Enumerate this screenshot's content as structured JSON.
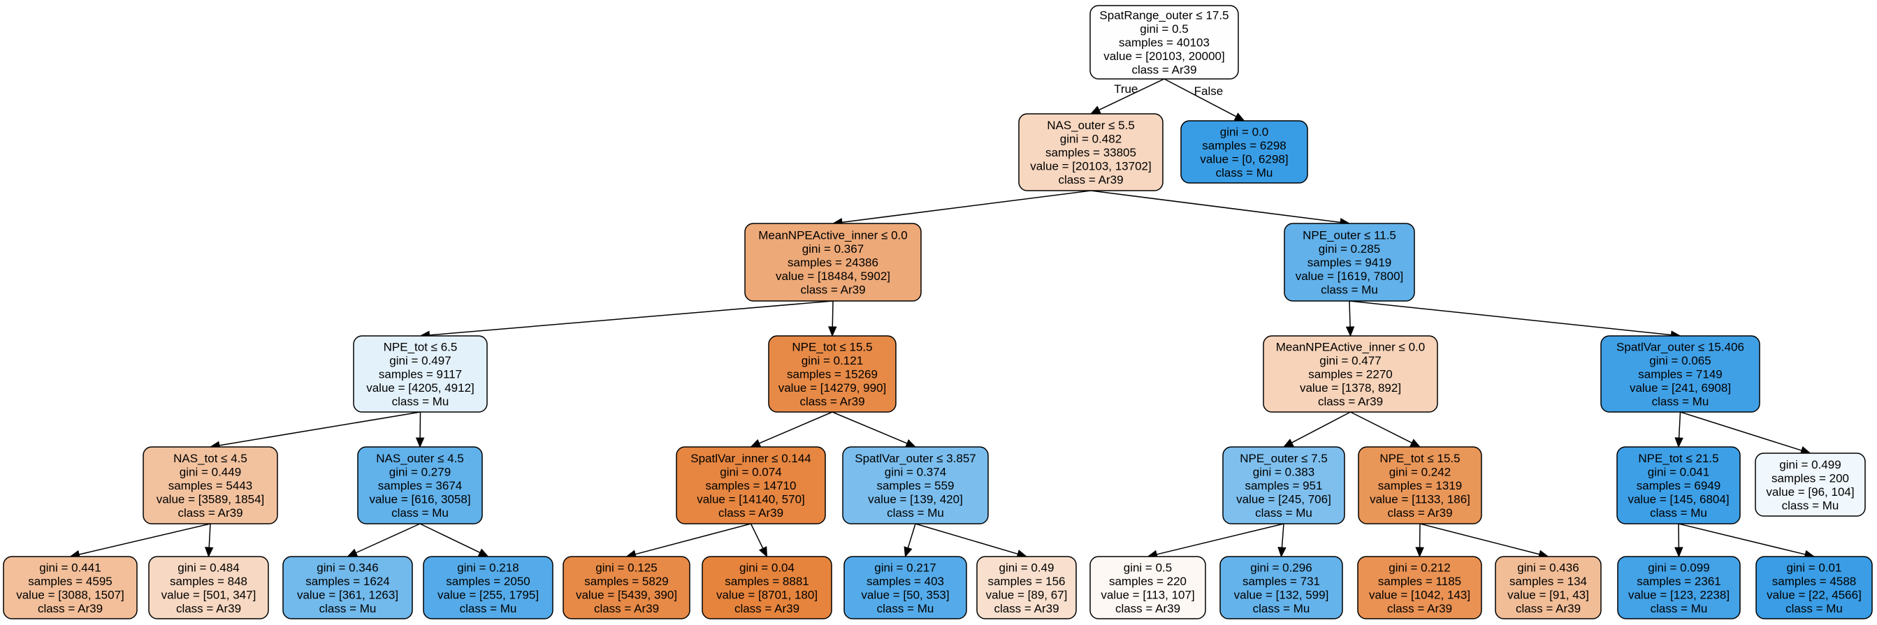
{
  "tree": {
    "nodes": [
      {
        "id": "n0",
        "lines": [
          "SpatRange_outer ≤ 17.5",
          "gini = 0.5",
          "samples = 40103",
          "value = [20103, 20000]",
          "class = Ar39"
        ],
        "fill": "#fffefe"
      },
      {
        "id": "n1",
        "lines": [
          "NAS_outer ≤ 5.5",
          "gini = 0.482",
          "samples = 33805",
          "value = [20103, 13702]",
          "class = Ar39"
        ],
        "fill": "#f7d7c0"
      },
      {
        "id": "n2",
        "lines": [
          "gini = 0.0",
          "samples = 6298",
          "value = [0, 6298]",
          "class = Mu"
        ],
        "fill": "#399de5"
      },
      {
        "id": "n3",
        "lines": [
          "MeanNPEActive_inner ≤ 0.0",
          "gini = 0.367",
          "samples = 24386",
          "value = [18484, 5902]",
          "class = Ar39"
        ],
        "fill": "#eda978"
      },
      {
        "id": "n4",
        "lines": [
          "NPE_outer ≤ 11.5",
          "gini = 0.285",
          "samples = 9419",
          "value = [1619, 7800]",
          "class = Mu"
        ],
        "fill": "#62b1ea"
      },
      {
        "id": "n5",
        "lines": [
          "NPE_tot ≤ 6.5",
          "gini = 0.497",
          "samples = 9117",
          "value = [4205, 4912]",
          "class = Mu"
        ],
        "fill": "#e3f1fb"
      },
      {
        "id": "n6",
        "lines": [
          "NPE_tot ≤ 15.5",
          "gini = 0.121",
          "samples = 15269",
          "value = [14279, 990]",
          "class = Ar39"
        ],
        "fill": "#e78a47"
      },
      {
        "id": "n7",
        "lines": [
          "MeanNPEActive_inner ≤ 0.0",
          "gini = 0.477",
          "samples = 2270",
          "value = [1378, 892]",
          "class = Ar39"
        ],
        "fill": "#f6d3b9"
      },
      {
        "id": "n8",
        "lines": [
          "SpatlVar_outer ≤ 15.406",
          "gini = 0.065",
          "samples = 7149",
          "value = [241, 6908]",
          "class = Mu"
        ],
        "fill": "#40a0e6"
      },
      {
        "id": "n9",
        "lines": [
          "NAS_tot ≤ 4.5",
          "gini = 0.449",
          "samples = 5443",
          "value = [3589, 1854]",
          "class = Ar39"
        ],
        "fill": "#f2c29f"
      },
      {
        "id": "n10",
        "lines": [
          "NAS_outer ≤ 4.5",
          "gini = 0.279",
          "samples = 3674",
          "value = [616, 3058]",
          "class = Mu"
        ],
        "fill": "#61b1ea"
      },
      {
        "id": "n11",
        "lines": [
          "SpatlVar_inner ≤ 0.144",
          "gini = 0.074",
          "samples = 14710",
          "value = [14140, 570]",
          "class = Ar39"
        ],
        "fill": "#e68641"
      },
      {
        "id": "n12",
        "lines": [
          "SpatlVar_outer ≤ 3.857",
          "gini = 0.374",
          "samples = 559",
          "value = [139, 420]",
          "class = Mu"
        ],
        "fill": "#7bbeee"
      },
      {
        "id": "n13",
        "lines": [
          "NPE_outer ≤ 7.5",
          "gini = 0.383",
          "samples = 951",
          "value = [245, 706]",
          "class = Mu"
        ],
        "fill": "#7ebfee"
      },
      {
        "id": "n14",
        "lines": [
          "NPE_tot ≤ 15.5",
          "gini = 0.242",
          "samples = 1319",
          "value = [1133, 186]",
          "class = Ar39"
        ],
        "fill": "#e99659"
      },
      {
        "id": "n15",
        "lines": [
          "NPE_tot ≤ 21.5",
          "gini = 0.041",
          "samples = 6949",
          "value = [145, 6804]",
          "class = Mu"
        ],
        "fill": "#3d9fe6"
      },
      {
        "id": "n16",
        "lines": [
          "gini = 0.499",
          "samples = 200",
          "value = [96, 104]",
          "class = Mu"
        ],
        "fill": "#f0f7fd"
      },
      {
        "id": "n17",
        "lines": [
          "gini = 0.441",
          "samples = 4595",
          "value = [3088, 1507]",
          "class = Ar39"
        ],
        "fill": "#f2bf9a"
      },
      {
        "id": "n18",
        "lines": [
          "gini = 0.484",
          "samples = 848",
          "value = [501, 347]",
          "class = Ar39"
        ],
        "fill": "#f7d8c2"
      },
      {
        "id": "n19",
        "lines": [
          "gini = 0.346",
          "samples = 1624",
          "value = [361, 1263]",
          "class = Mu"
        ],
        "fill": "#72b9ec"
      },
      {
        "id": "n20",
        "lines": [
          "gini = 0.218",
          "samples = 2050",
          "value = [255, 1795]",
          "class = Mu"
        ],
        "fill": "#55abe9"
      },
      {
        "id": "n21",
        "lines": [
          "gini = 0.125",
          "samples = 5829",
          "value = [5439, 390]",
          "class = Ar39"
        ],
        "fill": "#e78a47"
      },
      {
        "id": "n22",
        "lines": [
          "gini = 0.04",
          "samples = 8881",
          "value = [8701, 180]",
          "class = Ar39"
        ],
        "fill": "#e6843d"
      },
      {
        "id": "n23",
        "lines": [
          "gini = 0.217",
          "samples = 403",
          "value = [50, 353]",
          "class = Mu"
        ],
        "fill": "#55abe9"
      },
      {
        "id": "n24",
        "lines": [
          "gini = 0.49",
          "samples = 156",
          "value = [89, 67]",
          "class = Ar39"
        ],
        "fill": "#f9e0ce"
      },
      {
        "id": "n25",
        "lines": [
          "gini = 0.5",
          "samples = 220",
          "value = [113, 107]",
          "class = Ar39"
        ],
        "fill": "#fef8f4"
      },
      {
        "id": "n26",
        "lines": [
          "gini = 0.296",
          "samples = 731",
          "value = [132, 599]",
          "class = Mu"
        ],
        "fill": "#65b3eb"
      },
      {
        "id": "n27",
        "lines": [
          "gini = 0.212",
          "samples = 1185",
          "value = [1042, 143]",
          "class = Ar39"
        ],
        "fill": "#e99254"
      },
      {
        "id": "n28",
        "lines": [
          "gini = 0.436",
          "samples = 134",
          "value = [91, 43]",
          "class = Ar39"
        ],
        "fill": "#f1bd97"
      },
      {
        "id": "n29",
        "lines": [
          "gini = 0.099",
          "samples = 2361",
          "value = [123, 2238]",
          "class = Mu"
        ],
        "fill": "#44a2e6"
      },
      {
        "id": "n30",
        "lines": [
          "gini = 0.01",
          "samples = 4588",
          "value = [22, 4566]",
          "class = Mu"
        ],
        "fill": "#3a9de5"
      }
    ],
    "edges": [
      {
        "from": "n0",
        "to": "n1",
        "label": "True"
      },
      {
        "from": "n0",
        "to": "n2",
        "label": "False"
      },
      {
        "from": "n1",
        "to": "n3"
      },
      {
        "from": "n1",
        "to": "n4"
      },
      {
        "from": "n3",
        "to": "n5"
      },
      {
        "from": "n3",
        "to": "n6"
      },
      {
        "from": "n4",
        "to": "n7"
      },
      {
        "from": "n4",
        "to": "n8"
      },
      {
        "from": "n5",
        "to": "n9"
      },
      {
        "from": "n5",
        "to": "n10"
      },
      {
        "from": "n6",
        "to": "n11"
      },
      {
        "from": "n6",
        "to": "n12"
      },
      {
        "from": "n7",
        "to": "n13"
      },
      {
        "from": "n7",
        "to": "n14"
      },
      {
        "from": "n8",
        "to": "n15"
      },
      {
        "from": "n8",
        "to": "n16"
      },
      {
        "from": "n9",
        "to": "n17"
      },
      {
        "from": "n9",
        "to": "n18"
      },
      {
        "from": "n10",
        "to": "n19"
      },
      {
        "from": "n10",
        "to": "n20"
      },
      {
        "from": "n11",
        "to": "n21"
      },
      {
        "from": "n11",
        "to": "n22"
      },
      {
        "from": "n12",
        "to": "n23"
      },
      {
        "from": "n12",
        "to": "n24"
      },
      {
        "from": "n13",
        "to": "n25"
      },
      {
        "from": "n13",
        "to": "n26"
      },
      {
        "from": "n14",
        "to": "n27"
      },
      {
        "from": "n14",
        "to": "n28"
      },
      {
        "from": "n15",
        "to": "n29"
      },
      {
        "from": "n15",
        "to": "n30"
      }
    ]
  }
}
